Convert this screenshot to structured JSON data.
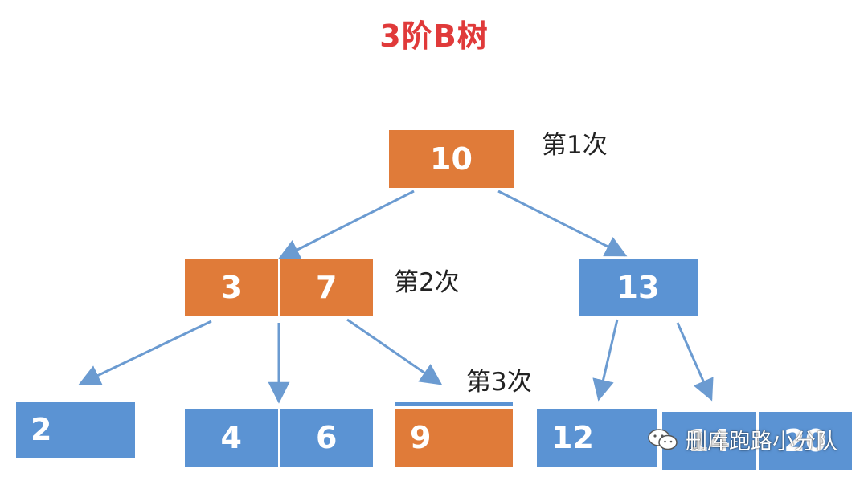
{
  "title": "3阶B树",
  "steps": {
    "first": "第1次",
    "second": "第2次",
    "third": "第3次"
  },
  "nodes": {
    "root": {
      "keys": [
        "10"
      ],
      "color": "#e07b39"
    },
    "left_internal": {
      "keys": [
        "3",
        "7"
      ],
      "color": "#e07b39"
    },
    "right_internal": {
      "keys": [
        "13"
      ],
      "color": "#5b93d3"
    },
    "leaf_2": {
      "keys": [
        "2"
      ],
      "color": "#5b93d3"
    },
    "leaf_4_6": {
      "keys": [
        "4",
        "6"
      ],
      "color": "#5b93d3"
    },
    "leaf_9": {
      "keys": [
        "9"
      ],
      "color": "#e07b39"
    },
    "leaf_12": {
      "keys": [
        "12"
      ],
      "color": "#5b93d3"
    },
    "leaf_14_20": {
      "keys": [
        "14",
        "20"
      ],
      "color": "#5b93d3"
    }
  },
  "colors": {
    "title": "#e03a3a",
    "search_path": "#e07b39",
    "other": "#5b93d3",
    "edge": "#6b9bd1"
  },
  "watermark": {
    "icon": "wechat-icon",
    "text": "删库跑路小分队"
  }
}
